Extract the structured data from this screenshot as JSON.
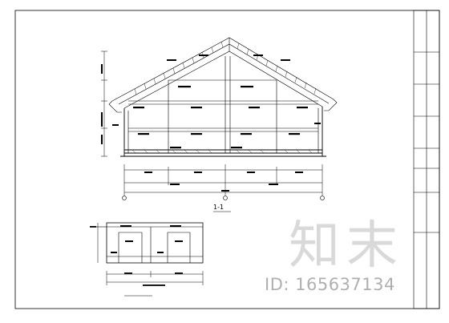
{
  "drawing": {
    "main_caption": "1-1",
    "sub_caption": "",
    "watermark_brand": "知末",
    "watermark_id": "ID: 165637134"
  },
  "title_block": {
    "cells": [
      "",
      "",
      "",
      "",
      "",
      "",
      ""
    ]
  }
}
